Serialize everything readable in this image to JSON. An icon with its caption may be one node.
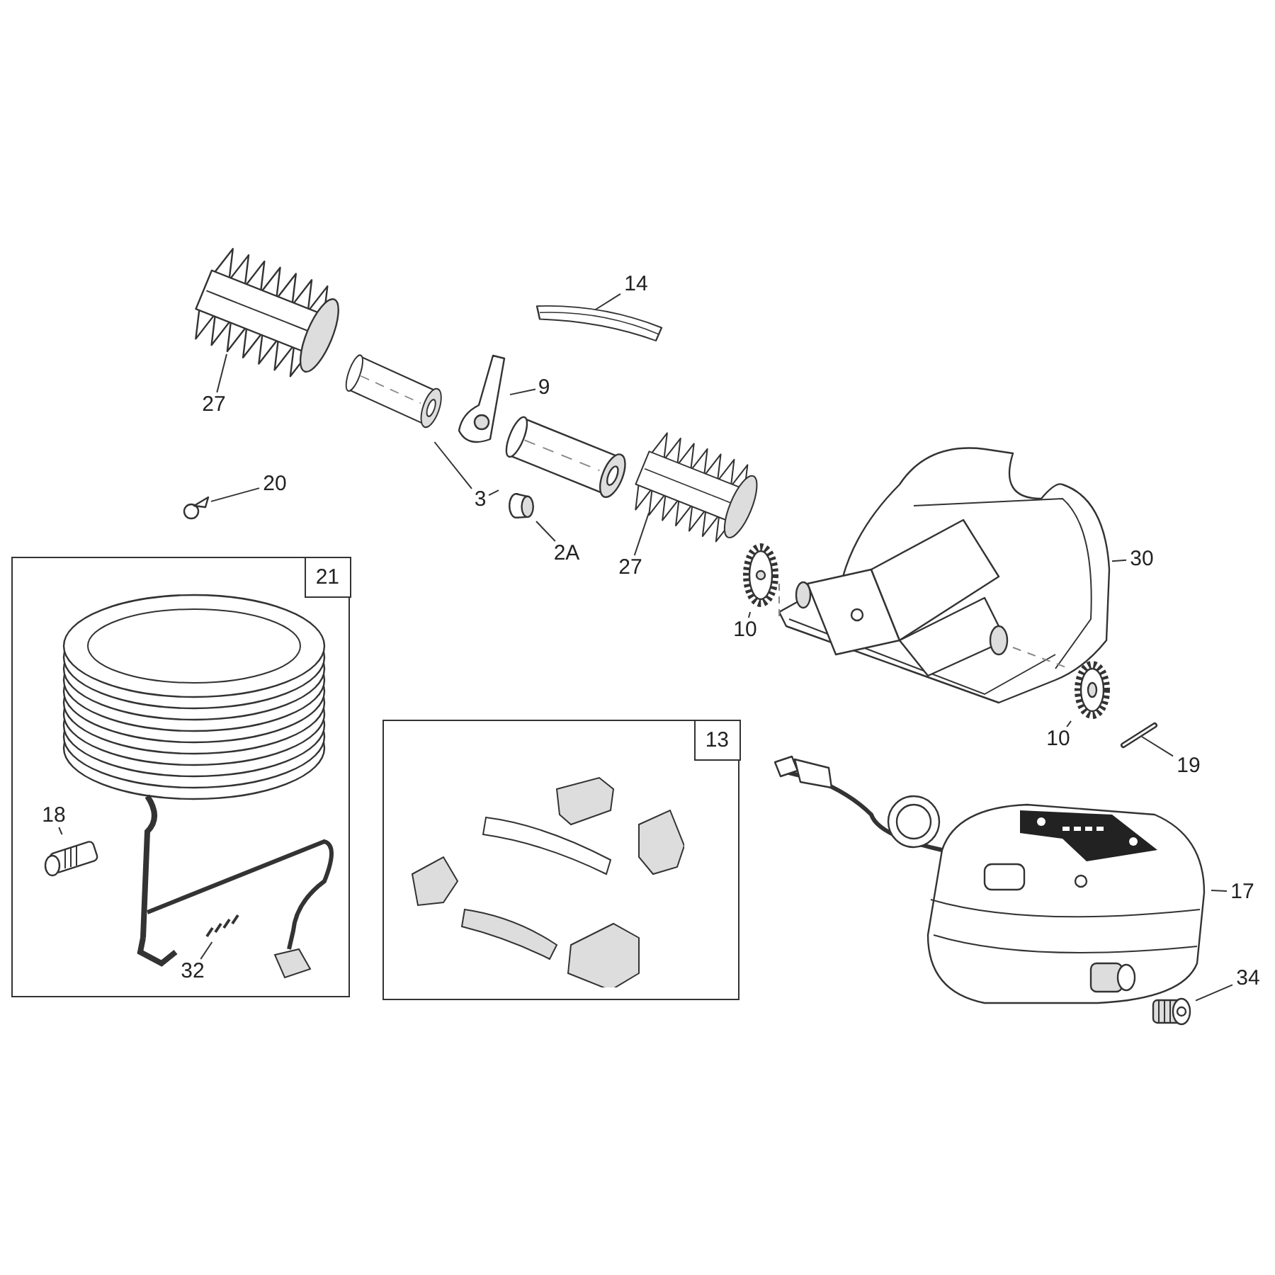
{
  "diagram": {
    "nodes": [
      {
        "text": [
          "14"
        ]
      },
      {
        "text": [],
        "shape": "picture"
      },
      {
        "text": [
          "27"
        ]
      },
      {
        "text": [],
        "shape": "picture"
      },
      {
        "text": [
          "9"
        ]
      },
      {
        "text": [],
        "shape": "picture"
      },
      {
        "text": [
          "3"
        ]
      },
      {
        "text": [],
        "shape": "picture"
      },
      {
        "text": [],
        "shape": "picture"
      },
      {
        "text": [
          "20"
        ]
      },
      {
        "text": [],
        "shape": "picture"
      },
      {
        "text": [
          "2A"
        ]
      },
      {
        "text": [],
        "shape": "cylinder"
      },
      {
        "text": [
          "27"
        ]
      },
      {
        "text": [],
        "shape": "picture"
      },
      {
        "text": [
          "30"
        ]
      },
      {
        "text": [],
        "shape": "picture"
      },
      {
        "text": [
          "10"
        ]
      },
      {
        "text": [],
        "shape": "picture"
      },
      {
        "text": [
          "10"
        ]
      },
      {
        "text": [],
        "shape": "picture"
      },
      {
        "text": [
          "19"
        ]
      },
      {
        "text": [],
        "shape": "picture"
      },
      {
        "text": [
          "21"
        ]
      },
      {
        "text": [
          "18"
        ],
        "in": 23
      },
      {
        "text": [],
        "shape": "picture",
        "in": 23
      },
      {
        "text": [
          "32"
        ],
        "in": 23
      },
      {
        "text": [],
        "shape": "picture",
        "in": 23
      },
      {
        "text": [
          "13"
        ]
      },
      {
        "text": [
          "17"
        ]
      },
      {
        "text": [],
        "shape": "picture"
      },
      {
        "text": [
          "34"
        ]
      },
      {
        "text": [],
        "shape": "picture"
      }
    ],
    "edges": [
      {
        "from": 0,
        "to": 1,
        "arrow": "none"
      },
      {
        "from": 2,
        "to": 3,
        "arrow": "none"
      },
      {
        "from": 4,
        "to": 5,
        "arrow": "none"
      },
      {
        "from": 6,
        "to": 7,
        "arrow": "none"
      },
      {
        "from": 6,
        "to": 8,
        "arrow": "none"
      },
      {
        "from": 9,
        "to": 10,
        "arrow": "none"
      },
      {
        "from": 11,
        "to": 12,
        "arrow": "none"
      },
      {
        "from": 13,
        "to": 14,
        "arrow": "none"
      },
      {
        "from": 15,
        "to": 16,
        "arrow": "none"
      },
      {
        "from": 17,
        "to": 18,
        "arrow": "none"
      },
      {
        "from": 19,
        "to": 20,
        "arrow": "none"
      },
      {
        "from": 21,
        "to": 22,
        "arrow": "none"
      },
      {
        "from": 24,
        "to": 25,
        "arrow": "none"
      },
      {
        "from": 26,
        "to": 27,
        "arrow": "none"
      },
      {
        "from": 29,
        "to": 30,
        "arrow": "none"
      },
      {
        "from": 31,
        "to": 32,
        "arrow": "none"
      }
    ]
  }
}
